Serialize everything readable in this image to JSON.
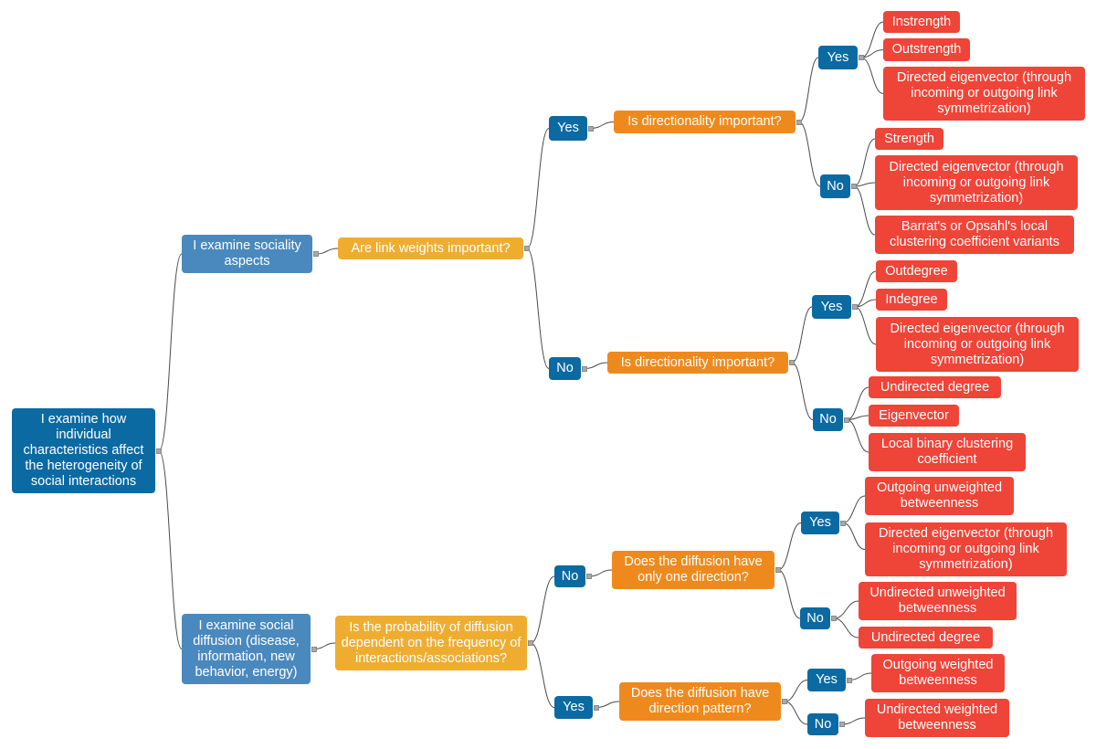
{
  "root": "I examine how individual characteristics affect the heterogeneity of social interactions",
  "sociality": {
    "label": "I examine sociality aspects",
    "question": "Are link weights important?",
    "yes": {
      "label": "Yes",
      "question": "Is directionality important?",
      "yes": {
        "label": "Yes",
        "leaves": [
          "Instrength",
          "Outstrength",
          "Directed eigenvector (through incoming or outgoing link symmetrization)"
        ]
      },
      "no": {
        "label": "No",
        "leaves": [
          "Strength",
          "Directed eigenvector (through incoming or outgoing link symmetrization)",
          "Barrat's or Opsahl's local clustering coefficient variants"
        ]
      }
    },
    "no": {
      "label": "No",
      "question": "Is directionality important?",
      "yes": {
        "label": "Yes",
        "leaves": [
          "Outdegree",
          "Indegree",
          "Directed eigenvector (through incoming or outgoing link symmetrization)"
        ]
      },
      "no": {
        "label": "No",
        "leaves": [
          "Undirected degree",
          "Eigenvector",
          "Local binary clustering coefficient"
        ]
      }
    }
  },
  "diffusion": {
    "label": "I examine social diffusion (disease, information, new behavior, energy)",
    "question": "Is the probability of diffusion dependent on the frequency of interactions/associations?",
    "no": {
      "label": "No",
      "question": "Does the diffusion have only one direction?",
      "yes": {
        "label": "Yes",
        "leaves": [
          "Outgoing unweighted betweenness",
          "Directed eigenvector (through incoming or outgoing link symmetrization)"
        ]
      },
      "no": {
        "label": "No",
        "leaves": [
          "Undirected unweighted betweenness",
          "Undirected degree"
        ]
      }
    },
    "yes": {
      "label": "Yes",
      "question": "Does the diffusion have direction pattern?",
      "yes": {
        "label": "Yes",
        "leaves": [
          "Outgoing weighted betweenness"
        ]
      },
      "no": {
        "label": "No",
        "leaves": [
          "Undirected weighted betweenness"
        ]
      }
    }
  },
  "colors": {
    "root": "#0b6aa2",
    "topic": "#4a89bd",
    "question_level1": "#efad30",
    "question_level2": "#ee8a1d",
    "yes_no": "#0b6aa2",
    "metric": "#ef4438",
    "connector": "#4a4a4a"
  }
}
